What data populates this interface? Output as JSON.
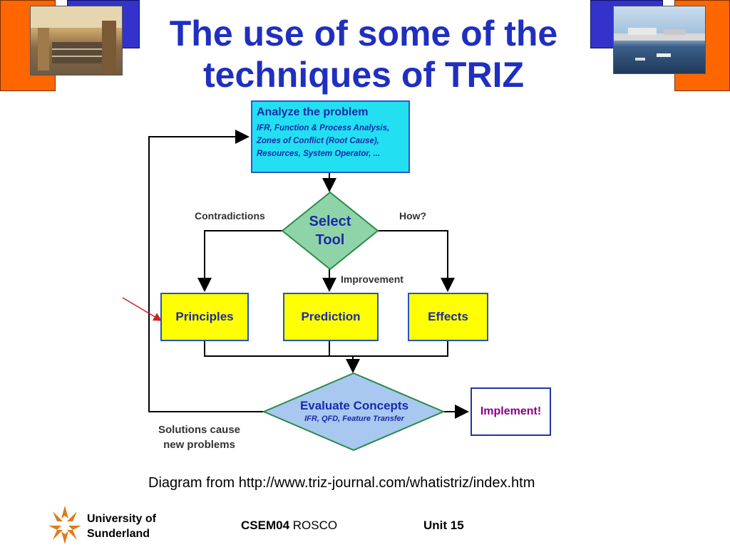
{
  "slide": {
    "title": "The use of some of the techniques of TRIZ",
    "caption": "Diagram from http://www.triz-journal.com/whatistriz/index.htm"
  },
  "diagram": {
    "analyze_title": "Analyze the problem",
    "analyze_line1": "IFR, Function & Process Analysis,",
    "analyze_line2": "Zones of Conflict (Root Cause),",
    "analyze_line3": "Resources, System Operator, ...",
    "select_line1": "Select",
    "select_line2": "Tool",
    "contradictions_label": "Contradictions",
    "how_label": "How?",
    "improvement_label": "Improvement",
    "principles": "Principles",
    "prediction": "Prediction",
    "effects": "Effects",
    "evaluate_title": "Evaluate Concepts",
    "evaluate_sub": "IFR, QFD, Feature Transfer",
    "implement": "Implement!",
    "solutions_line1": "Solutions cause",
    "solutions_line2": "new problems"
  },
  "footer": {
    "university_line1": "University of",
    "university_line2": "Sunderland",
    "course_code": "CSEM04",
    "course_name": "ROSCO",
    "unit": "Unit 15"
  },
  "colors": {
    "title": "#1f2fbf",
    "accent_orange": "#ff6600",
    "accent_blue": "#3333cc",
    "diamond_green": "#8fd4a8",
    "evaluate_blue": "#a8c8f0",
    "box_yellow": "#ffff00",
    "analyze_cyan": "#22e0f2"
  }
}
